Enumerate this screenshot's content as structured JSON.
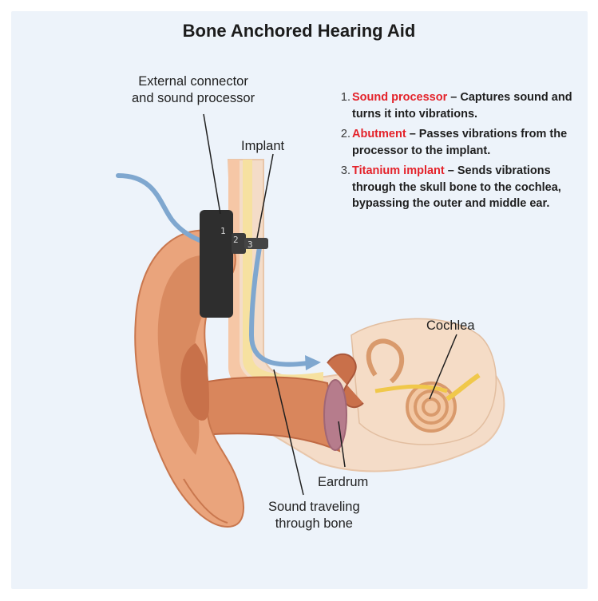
{
  "title": "Bone Anchored Hearing Aid",
  "labels": {
    "external": [
      "External connector",
      "and sound processor"
    ],
    "implant": "Implant",
    "cochlea": "Cochlea",
    "eardrum": "Eardrum",
    "sound_bone": [
      "Sound traveling",
      "through bone"
    ]
  },
  "device_numbers": [
    "1",
    "2",
    "3"
  ],
  "legend": [
    {
      "num": "1.",
      "term": "Sound processor",
      "desc": " – Captures sound and turns it into vibrations."
    },
    {
      "num": "2.",
      "term": "Abutment",
      "desc": " – Passes vibrations from the processor to the implant."
    },
    {
      "num": "3.",
      "term": "Titanium implant",
      "desc": " – Sends vibrations through the skull bone to the cochlea, bypassing the outer and middle ear."
    }
  ],
  "colors": {
    "accent_red": "#e4222a",
    "skin": "#e9a27a",
    "skin_dark": "#c9704a",
    "bone": "#f4dcc8",
    "sound_arrow": "#7fa7cf",
    "device": "#2e2e2e"
  }
}
